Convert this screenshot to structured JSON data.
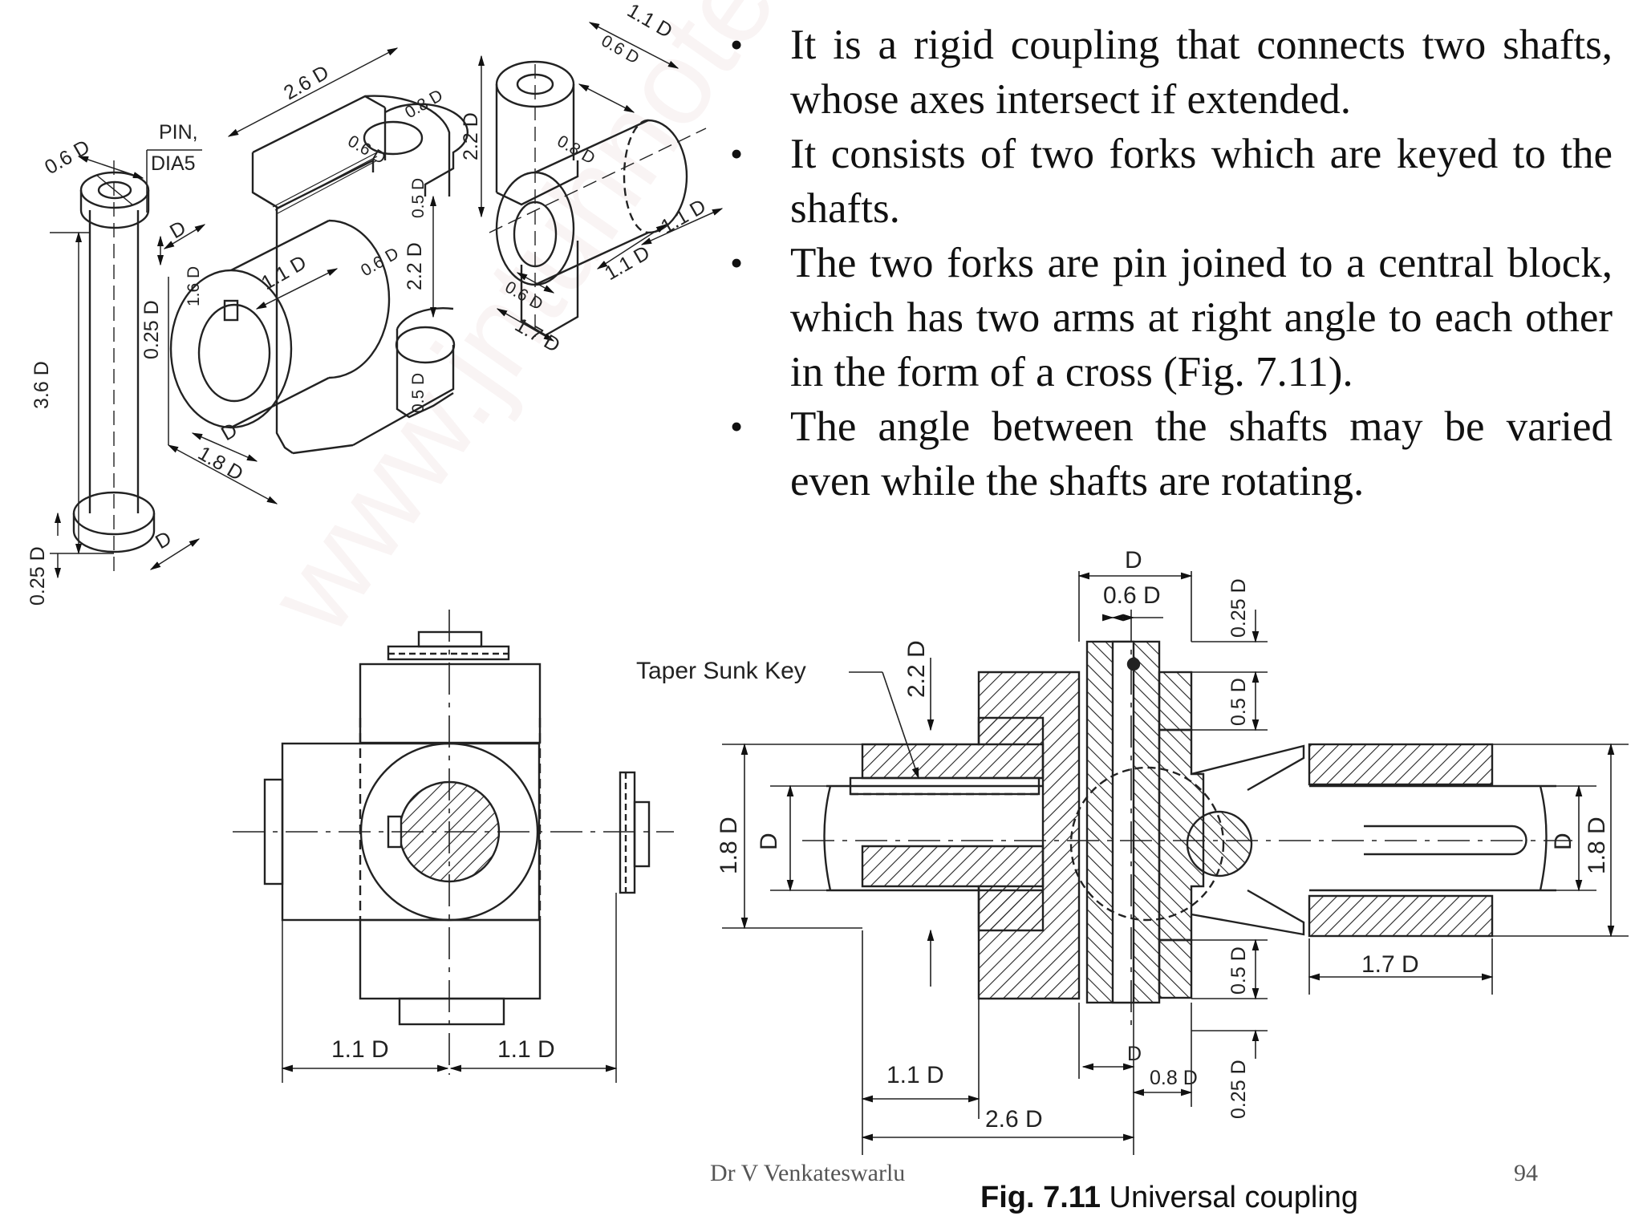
{
  "bullets": [
    "It is a rigid coupling that connects two shafts, whose axes intersect if extended.",
    "It consists of two forks which are keyed to the shafts.",
    "The two forks are pin joined to a central block, which has two arms at right angle to each other in the form of a cross (Fig. 7.11).",
    "The angle between the shafts may be varied even while the shafts are rotating."
  ],
  "figure": {
    "number": "Fig. 7.11",
    "title": "Universal coupling"
  },
  "footer": {
    "author": "Dr V Venkateswarlu",
    "page": "94"
  },
  "watermark": "www.jntuhnotes.com",
  "iso_labels": {
    "pin": "PIN,",
    "pin_dia": "DIA5",
    "d_06": "0.6 D",
    "d_025": "0.25 D",
    "d_36": "3.6 D",
    "d_025b": "0.25 D",
    "d_D1": "D",
    "d_D2": "D",
    "d_D3": "D",
    "d_26": "2.6 D",
    "d_08": "0.8 D",
    "d_06b": "0.6 D",
    "d_16": "1.6 D",
    "d_11": "1.1 D",
    "d_18": "1.8 D",
    "d_06c": "0.6 D",
    "d_22": "2.2 D",
    "d_05a": "0.5 D",
    "d_05b": "0.5 D",
    "d_11top": "1.1 D",
    "d_06top": "0.6 D",
    "d_22b": "2.2 D",
    "d_08b": "0.8 D",
    "d_11c": "1.1 D",
    "d_11d": "1.1 D",
    "d_06d": "0.6 D",
    "d_17": "1.7 D"
  },
  "end_labels": {
    "left": "1.1 D",
    "right": "1.1 D"
  },
  "section_labels": {
    "taper_key": "Taper Sunk Key",
    "top_D": "D",
    "top_06": "0.6 D",
    "r_025a": "0.25 D",
    "r_05a": "0.5 D",
    "d_22": "2.2 D",
    "l_18": "1.8 D",
    "l_D": "D",
    "r_D": "D",
    "r_18": "1.8 D",
    "r_17": "1.7 D",
    "r_05b": "0.5 D",
    "r_025b": "0.25 D",
    "bot_D": "D",
    "bot_08": "0.8 D",
    "bot_11": "1.1 D",
    "bot_26": "2.6 D"
  }
}
